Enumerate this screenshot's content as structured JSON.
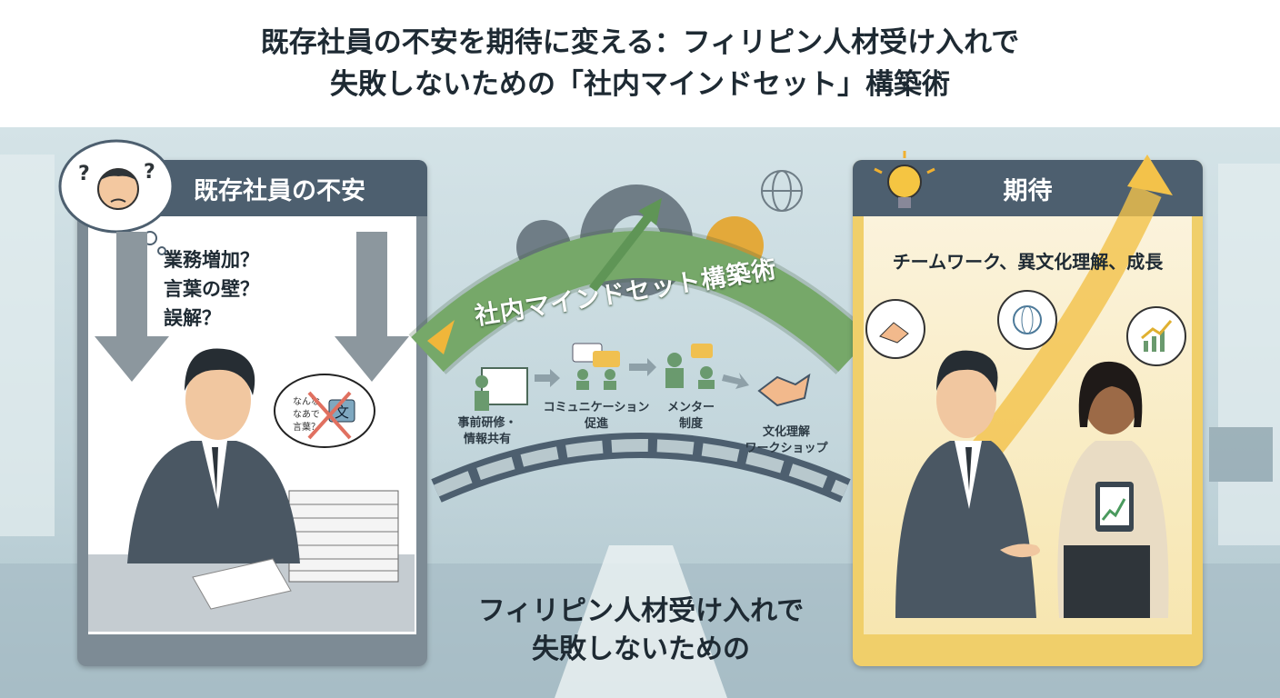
{
  "title": {
    "line1": "既存社員の不安を期待に変える：フィリピン人材受け入れで",
    "line2": "失敗しないための「社内マインドセット」構築術"
  },
  "left_panel": {
    "heading": "既存社員の不安",
    "worries": [
      "業務増加？",
      "言葉の壁？",
      "誤解？"
    ],
    "speech_bubble_icon": "translate-icon-crossed"
  },
  "center": {
    "arch_label": "社内マインドセット構築術",
    "steps": [
      {
        "label1": "事前研修・",
        "label2": "情報共有",
        "icon": "presentation-icon"
      },
      {
        "label1": "コミュニケーション",
        "label2": "促進",
        "icon": "chat-people-icon"
      },
      {
        "label1": "メンター",
        "label2": "制度",
        "icon": "mentor-icon"
      },
      {
        "label1": "文化理解",
        "label2": "ワークショップ",
        "icon": "handshake-icon"
      }
    ],
    "bottom_line1": "フィリピン人材受け入れで",
    "bottom_line2": "失敗しないための"
  },
  "right_panel": {
    "heading": "期待",
    "benefits": "チームワーク、異文化理解、成長"
  },
  "colors": {
    "panel_header": "#4d5f6f",
    "arch_green": "#6a9a5e",
    "expect_yellow": "#f0cf6a"
  }
}
